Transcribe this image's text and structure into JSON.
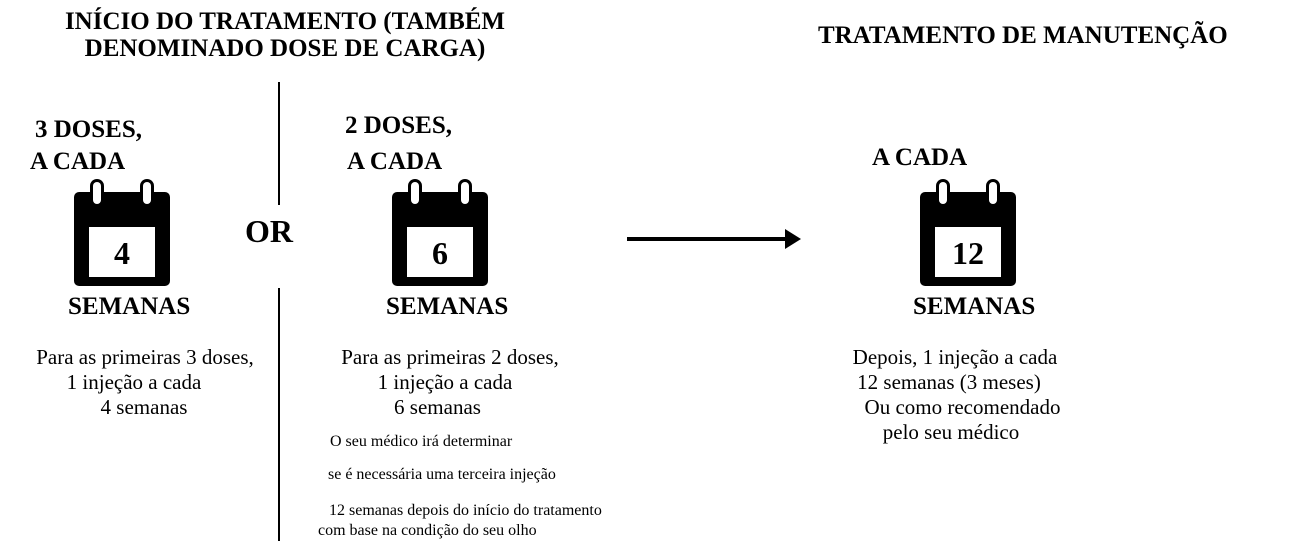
{
  "headings": {
    "start_title": "INÍCIO DO TRATAMENTO (TAMBÉM DENOMINADO DOSE DE CARGA)",
    "maintenance_title": "TRATAMENTO DE MANUTENÇÃO"
  },
  "option_a": {
    "doses_line1": "3 DOSES,",
    "doses_line2": "A CADA",
    "calendar_number": "4",
    "unit": "SEMANAS",
    "desc_line1": "Para as primeiras 3 doses,",
    "desc_line2": "1 injeção a cada",
    "desc_line3": "4 semanas"
  },
  "separator": {
    "label": "OR"
  },
  "option_b": {
    "doses_line1": "2 DOSES,",
    "doses_line2": "A CADA",
    "calendar_number": "6",
    "unit": "SEMANAS",
    "desc_line1": "Para as primeiras 2 doses,",
    "desc_line2": "1 injeção a cada",
    "desc_line3": "6 semanas",
    "note_line1": "O seu médico irá determinar",
    "note_line2": "se é necessária uma terceira injeção",
    "note_line3": "12 semanas depois do início do tratamento",
    "note_line4": "com base na condição do seu olho"
  },
  "maintenance": {
    "every_label": "A CADA",
    "calendar_number": "12",
    "unit": "SEMANAS",
    "desc_line1": "Depois, 1 injeção a cada",
    "desc_line2": "12 semanas (3 meses)",
    "desc_line3": "Ou como recomendado",
    "desc_line4": "pelo seu médico"
  },
  "icons": [
    "calendar-icon",
    "arrow-right-icon"
  ]
}
